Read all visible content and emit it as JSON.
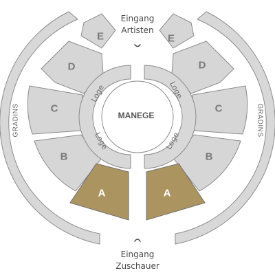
{
  "manege": "MANEGE",
  "loge_labels": [
    "Loge",
    "Loge",
    "Loge",
    "Loge"
  ],
  "gradins_labels": [
    "GRADINS",
    "GRADINS"
  ],
  "sections_left": [
    "E",
    "D",
    "C",
    "B",
    "A"
  ],
  "sections_right": [
    "E",
    "D",
    "C",
    "B",
    "A"
  ],
  "entrance_top": {
    "line1": "Eingang",
    "line2": "Artisten"
  },
  "entrance_bottom": {
    "line1": "Eingang",
    "line2": "Zuschauer"
  },
  "colors": {
    "section": "#d6d6d6",
    "highlight": "#ab9460",
    "ring": "#d8d8d8",
    "outline": "#8a8a8a"
  }
}
